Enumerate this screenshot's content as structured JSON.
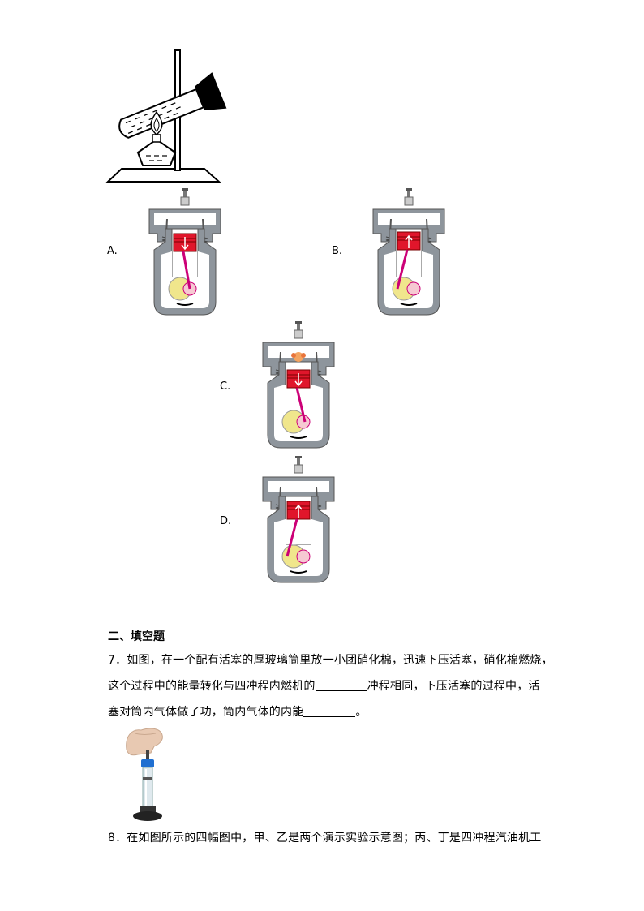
{
  "options": [
    {
      "letter": "A.",
      "stroke": "down"
    },
    {
      "letter": "B.",
      "stroke": "up"
    },
    {
      "letter": "C.",
      "stroke": "down"
    },
    {
      "letter": "D.",
      "stroke": "up"
    }
  ],
  "section": {
    "title": "二、填空题"
  },
  "q7": {
    "line1": "7．如图，在一个配有活塞的厚玻璃筒里放一小团硝化棉，迅速下压活塞，硝化棉燃烧，",
    "line2_before": "这个过程中的能量转化与四冲程内燃机的",
    "line2_after": "冲程相同，下压活塞的过程中，活",
    "line3_before": "塞对筒内气体做了功，筒内气体的内能",
    "line3_after": "。"
  },
  "q8": {
    "line1": "8．在如图所示的四幅图中，甲、乙是两个演示实验示意图；丙、丁是四冲程汽油机工"
  },
  "colors": {
    "piston": "#e0162b",
    "engine": "#8e959c",
    "crank": "#f0e68c"
  }
}
